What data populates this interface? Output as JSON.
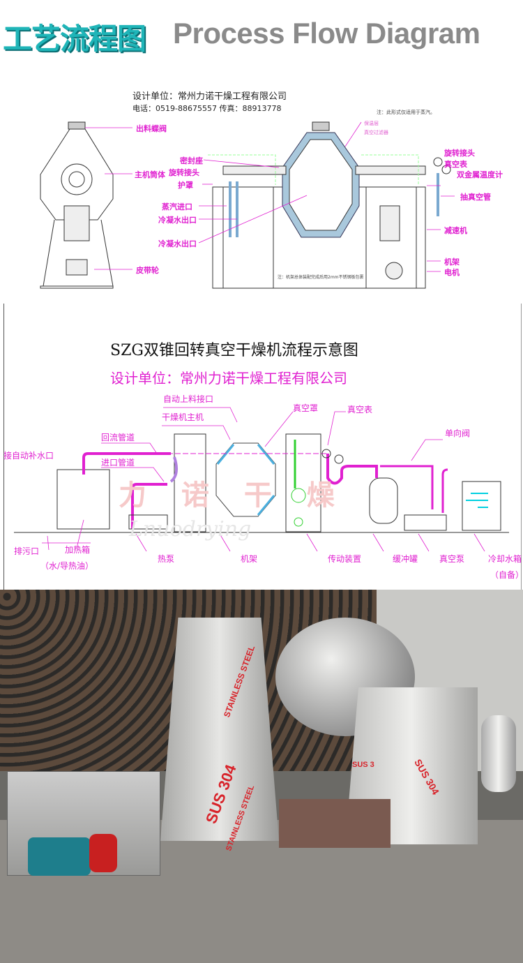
{
  "header": {
    "title_cn": "工艺流程图",
    "title_en": "Process Flow Diagram"
  },
  "diagram1": {
    "company": "设计单位：常州力诺干燥工程有限公司",
    "contact": "电话：0519-88675557  传真：88913778",
    "note_top": "注：此形式仅适用于蒸汽。",
    "note_bottom": "注：机架总体装配完成后用2mm不锈钢板包裹",
    "labels": {
      "discharge_valve": "出料蝶阀",
      "main_cylinder": "主机筒体",
      "seal_seat": "密封座",
      "rotary_joint_left": "旋转接头",
      "guard": "护罩",
      "steam_inlet": "蒸汽进口",
      "condensate_outlet_1": "冷凝水出口",
      "condensate_outlet_2": "冷凝水出口",
      "belt_pulley": "皮带轮",
      "insulation": "保温层",
      "vacuum_filter": "真空过滤器",
      "rotary_joint_right": "旋转接头",
      "vacuum_gauge": "真空表",
      "bimetal_thermometer": "双金属温度计",
      "vacuum_pipe": "抽真空管",
      "reducer": "减速机",
      "frame": "机架",
      "motor": "电机"
    }
  },
  "diagram2": {
    "title": "SZG双锥回转真空干燥机流程示意图",
    "company": "设计单位：常州力诺干燥工程有限公司",
    "watermark_cn": "力 诺 干 燥",
    "watermark_en": "Lnuodrying",
    "labels": {
      "auto_feed_port": "自动上料接口",
      "dryer_main": "干燥机主机",
      "vacuum_hood": "真空罩",
      "vacuum_gauge": "真空表",
      "return_pipe": "回流管道",
      "inlet_pipe": "进口管道",
      "auto_water_port": "接自动补水口",
      "check_valve": "单向阀",
      "drain": "排污口",
      "heating_tank": "加热箱",
      "heating_medium": "（水/导热油）",
      "heat_pump": "热泵",
      "frame": "机架",
      "transmission": "传动装置",
      "buffer_tank": "缓冲罐",
      "vacuum_pump": "真空泵",
      "cooling_tank": "冷却水箱",
      "self_provided": "（自备）"
    }
  },
  "photo": {
    "sticker_grade": "SUS 304",
    "sticker_text": "STAINLESS STEEL",
    "sticker_grade_short": "SUS 3"
  },
  "colors": {
    "label": "#e020d0",
    "header_cn": "#1fb5b8",
    "header_en": "#8a8a8a",
    "jacket": "#a9c8dc"
  }
}
